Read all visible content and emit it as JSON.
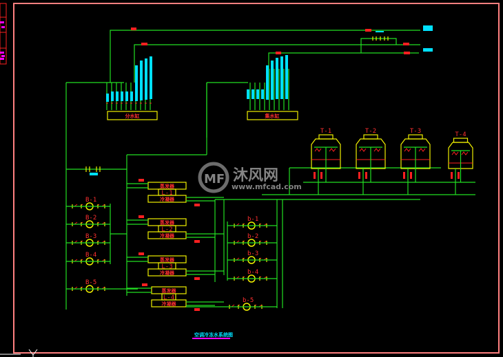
{
  "drawing": {
    "title": "空调冷冻水系统图",
    "frame_color": "#ff8080",
    "pipe_color": "#22e022",
    "equipment_color": "#f0f000",
    "valve_color": "#ff2020",
    "annotation_color": "#00e0ff",
    "title_underline_color": "#ff00ff"
  },
  "manifolds": [
    {
      "id": "supply-manifold",
      "label": "分水缸",
      "branch_count": 10
    },
    {
      "id": "return-manifold",
      "label": "集水缸",
      "branch_count": 9
    }
  ],
  "cooling_towers": [
    {
      "label": "T-1"
    },
    {
      "label": "T-2"
    },
    {
      "label": "T-3"
    },
    {
      "label": "T-4"
    }
  ],
  "chillers": [
    {
      "label": "L-1",
      "top": "蒸发器",
      "bottom": "冷凝器"
    },
    {
      "label": "L-2",
      "top": "蒸发器",
      "bottom": "冷凝器"
    },
    {
      "label": "L-3",
      "top": "蒸发器",
      "bottom": "冷凝器"
    },
    {
      "label": "L-4",
      "top": "蒸发器",
      "bottom": "冷凝器"
    }
  ],
  "chilled_pumps": [
    {
      "label": "B-1"
    },
    {
      "label": "B-2"
    },
    {
      "label": "B-3"
    },
    {
      "label": "B-4"
    },
    {
      "label": "B-5"
    }
  ],
  "cooling_pumps": [
    {
      "label": "b-1"
    },
    {
      "label": "b-2"
    },
    {
      "label": "b-3"
    },
    {
      "label": "b-4"
    },
    {
      "label": "b-5"
    }
  ],
  "watermark": {
    "brand": "沐风网",
    "logo": "MF",
    "url": "www.mfcad.com"
  }
}
